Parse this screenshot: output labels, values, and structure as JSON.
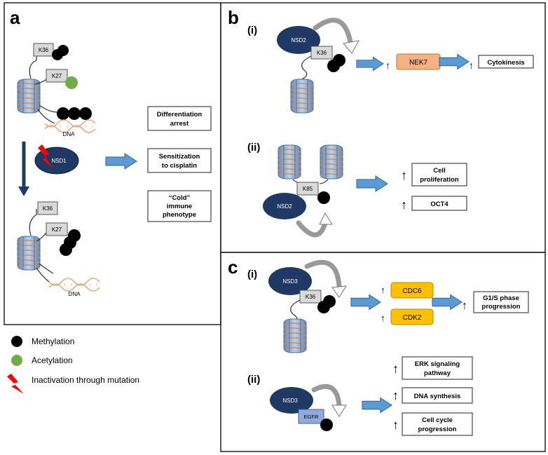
{
  "panels": {
    "a": {
      "letter": "a",
      "top_marks": [
        "K36",
        "K27"
      ],
      "dna_label": "DNA",
      "enzyme": "NSD1",
      "outcomes": [
        [
          "Differentiation",
          "arrest"
        ],
        [
          "Sensitization",
          "to cisplatin"
        ],
        [
          "“Cold”",
          "immune",
          "phenotype"
        ]
      ],
      "bottom_marks": [
        "K36",
        "K27"
      ],
      "bottom_dna_label": "DNA"
    },
    "b": {
      "letter": "b",
      "i": {
        "label": "(i)",
        "enzyme": "NSD2",
        "mark": "K36",
        "target": "NEK7",
        "outcome": "Cytokinesis"
      },
      "ii": {
        "label": "(ii)",
        "enzyme": "NSD2",
        "mark": "K85",
        "outcomes": [
          [
            "Cell",
            "proliferation"
          ],
          [
            "OCT4"
          ]
        ]
      }
    },
    "c": {
      "letter": "c",
      "i": {
        "label": "(i)",
        "enzyme": "NSD3",
        "mark": "K36",
        "targets": [
          "CDC6",
          "CDK2"
        ],
        "outcome": [
          "G1/S phase",
          "progression"
        ]
      },
      "ii": {
        "label": "(ii)",
        "enzyme": "NSD3",
        "substrate": "EGFR",
        "outcomes": [
          [
            "ERK signaling",
            "pathway"
          ],
          [
            "DNA synthesis"
          ],
          [
            "Cell cycle",
            "progression"
          ]
        ]
      }
    }
  },
  "legend": {
    "methylation": "Methylation",
    "acetylation": "Acetylation",
    "mutation": "Inactivation through mutation"
  },
  "colors": {
    "enzyme_fill": "#1f3864",
    "arrow_fill": "#5b9bd5",
    "nek7_fill": "#f4b183",
    "target_fill": "#ffc000",
    "egfr_fill": "#8faadc",
    "acetyl_green": "#70ad47",
    "mutation_red": "#ff0000",
    "nucleosome_blue": "#8db3e2",
    "dna_orange": "#e8a87c"
  }
}
